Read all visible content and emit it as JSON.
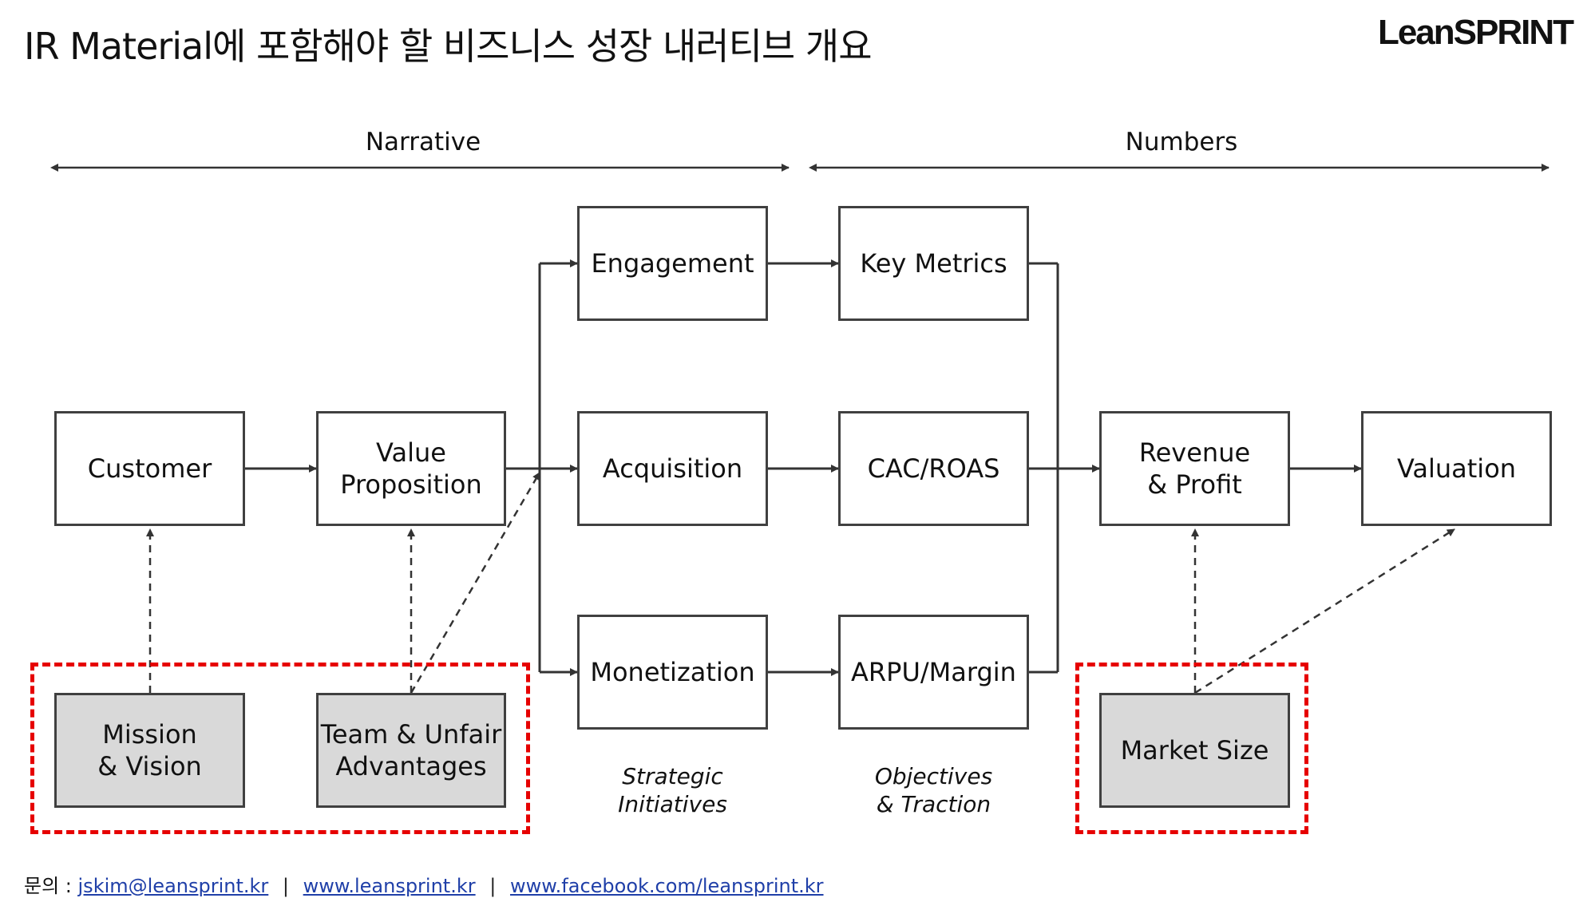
{
  "header": {
    "title": "IR Material에 포함해야 할 비즈니스 성장 내러티브 개요",
    "logo": "LeanSPRINT"
  },
  "sections": {
    "narrative": "Narrative",
    "numbers": "Numbers"
  },
  "nodes": {
    "customer": "Customer",
    "value_proposition": "Value\nProposition",
    "engagement": "Engagement",
    "acquisition": "Acquisition",
    "monetization": "Monetization",
    "key_metrics": "Key Metrics",
    "cac_roas": "CAC/ROAS",
    "arpu_margin": "ARPU/Margin",
    "revenue_profit": "Revenue\n& Profit",
    "valuation": "Valuation",
    "mission_vision": "Mission\n& Vision",
    "team_advantages": "Team & Unfair\nAdvantages",
    "market_size": "Market Size"
  },
  "captions": {
    "strategic": "Strategic\nInitiatives",
    "objectives": "Objectives\n& Traction"
  },
  "footer": {
    "label": "문의 :",
    "email": "jskim@leansprint.kr",
    "website": "www.leansprint.kr",
    "facebook": "www.facebook.com/leansprint.kr",
    "separator": "|"
  },
  "colors": {
    "node_border": "#404040",
    "highlight": "#e60000",
    "gray_fill": "#d9d9d9",
    "link": "#1f3fa8"
  }
}
